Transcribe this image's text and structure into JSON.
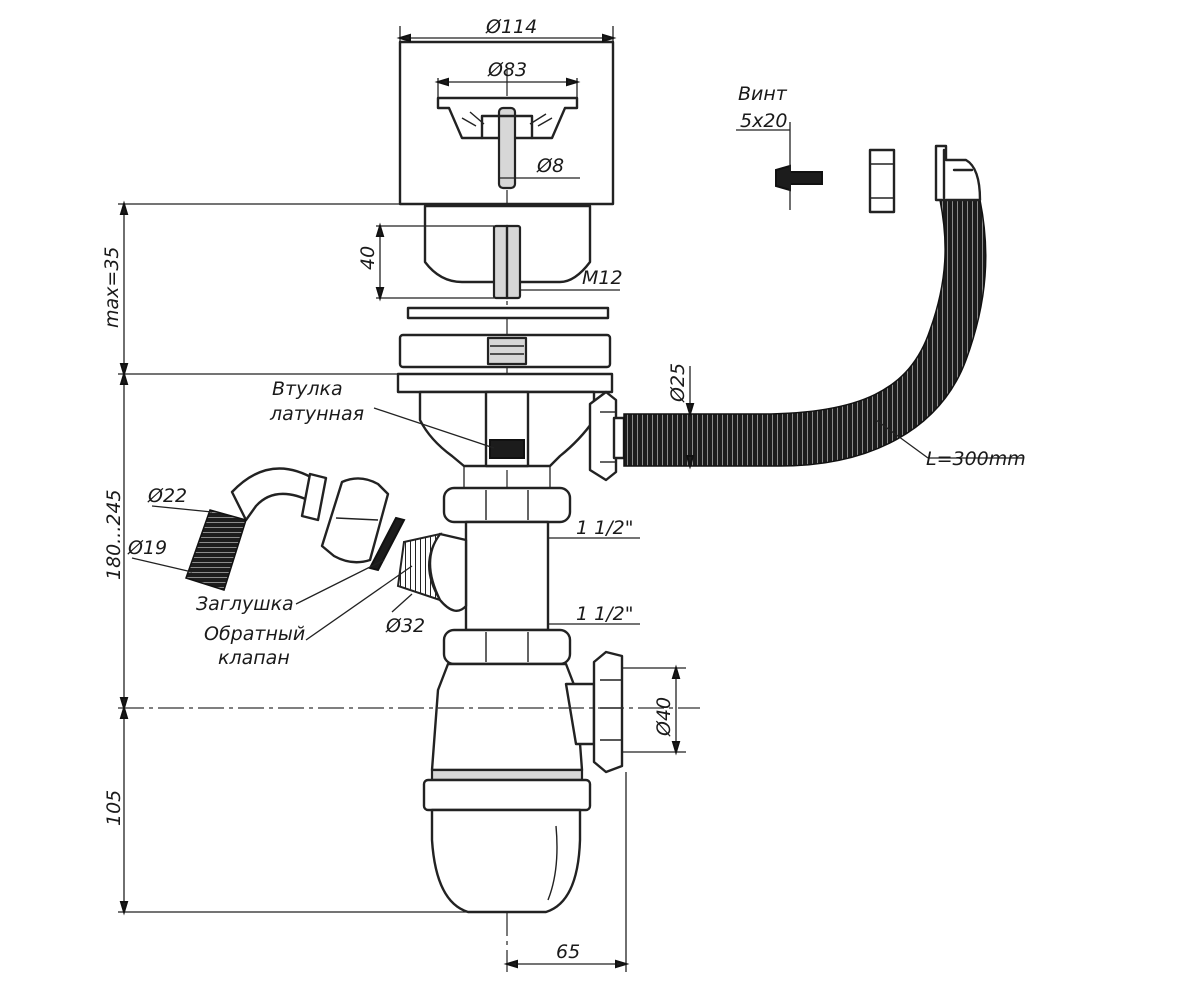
{
  "dimensions": {
    "diameter_114": "Ø114",
    "diameter_83": "Ø83",
    "diameter_8": "Ø8",
    "height_40": "40",
    "thread_m12": "M12",
    "max_35": "max=35",
    "diameter_25": "Ø25",
    "length_300": "L=300mm",
    "range_180_245": "180...245",
    "diameter_22": "Ø22",
    "diameter_19": "Ø19",
    "diameter_32": "Ø32",
    "thread_top": "1 1/2\"",
    "thread_bottom": "1 1/2\"",
    "diameter_40": "Ø40",
    "height_105": "105",
    "offset_65": "65"
  },
  "labels": {
    "screw_line1": "Винт",
    "screw_line2": "5x20",
    "bushing_line1": "Втулка",
    "bushing_line2": "латунная",
    "plug": "Заглушка",
    "check_valve_line1": "Обратный",
    "check_valve_line2": "клапан"
  },
  "colors": {
    "line": "#222222",
    "hose": "#1c1c1c",
    "background": "#ffffff"
  }
}
